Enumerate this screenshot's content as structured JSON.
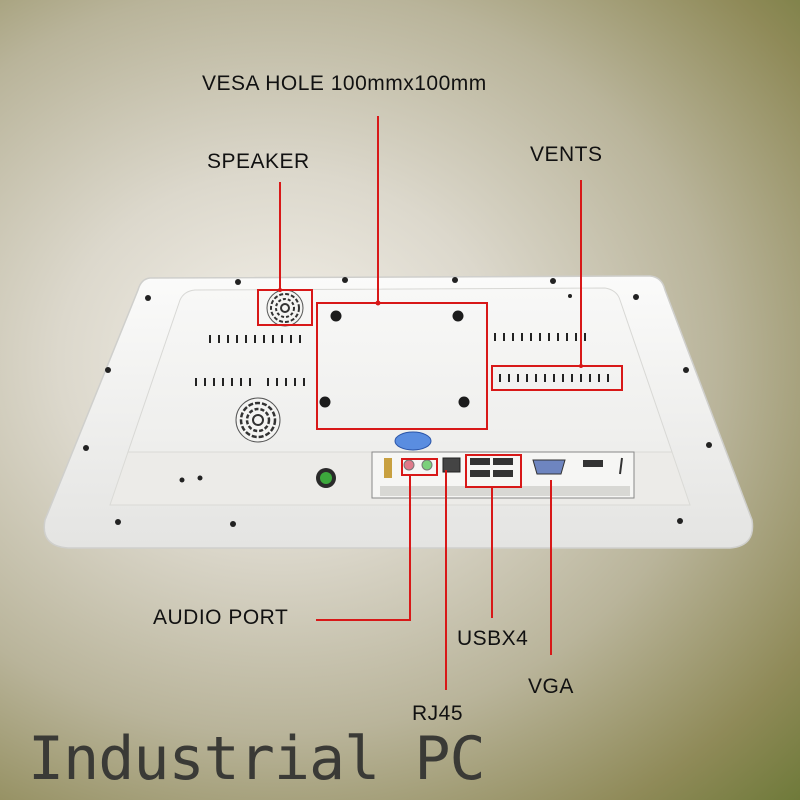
{
  "callouts": {
    "vesa": "VESA HOLE 100mmx100mm",
    "speaker": "SPEAKER",
    "vents": "VENTS",
    "audio": "AUDIO PORT",
    "usb": "USBX4",
    "rj45": "RJ45",
    "vga": "VGA"
  },
  "title": "Industrial PC",
  "colors": {
    "callout_line": "#d81818",
    "panel": "#f2f2f0",
    "label_text": "#111111"
  }
}
